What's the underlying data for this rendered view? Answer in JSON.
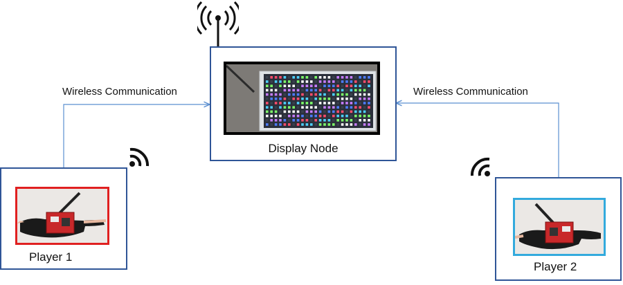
{
  "nodes": {
    "display": {
      "label": "Display Node"
    },
    "player1": {
      "label": "Player 1"
    },
    "player2": {
      "label": "Player 2"
    }
  },
  "edges": [
    {
      "from": "player1",
      "to": "display",
      "label": "Wireless Communication"
    },
    {
      "from": "player2",
      "to": "display",
      "label": "Wireless Communication"
    }
  ],
  "icons": {
    "antenna": "antenna-broadcast-icon",
    "signal_right": "wifi-signal-icon",
    "signal_left": "wifi-signal-icon"
  },
  "colors": {
    "box_border": "#2f5597",
    "arrow": "#5b8fd0",
    "player1_frame": "#e02020",
    "player2_frame": "#33aadd"
  }
}
